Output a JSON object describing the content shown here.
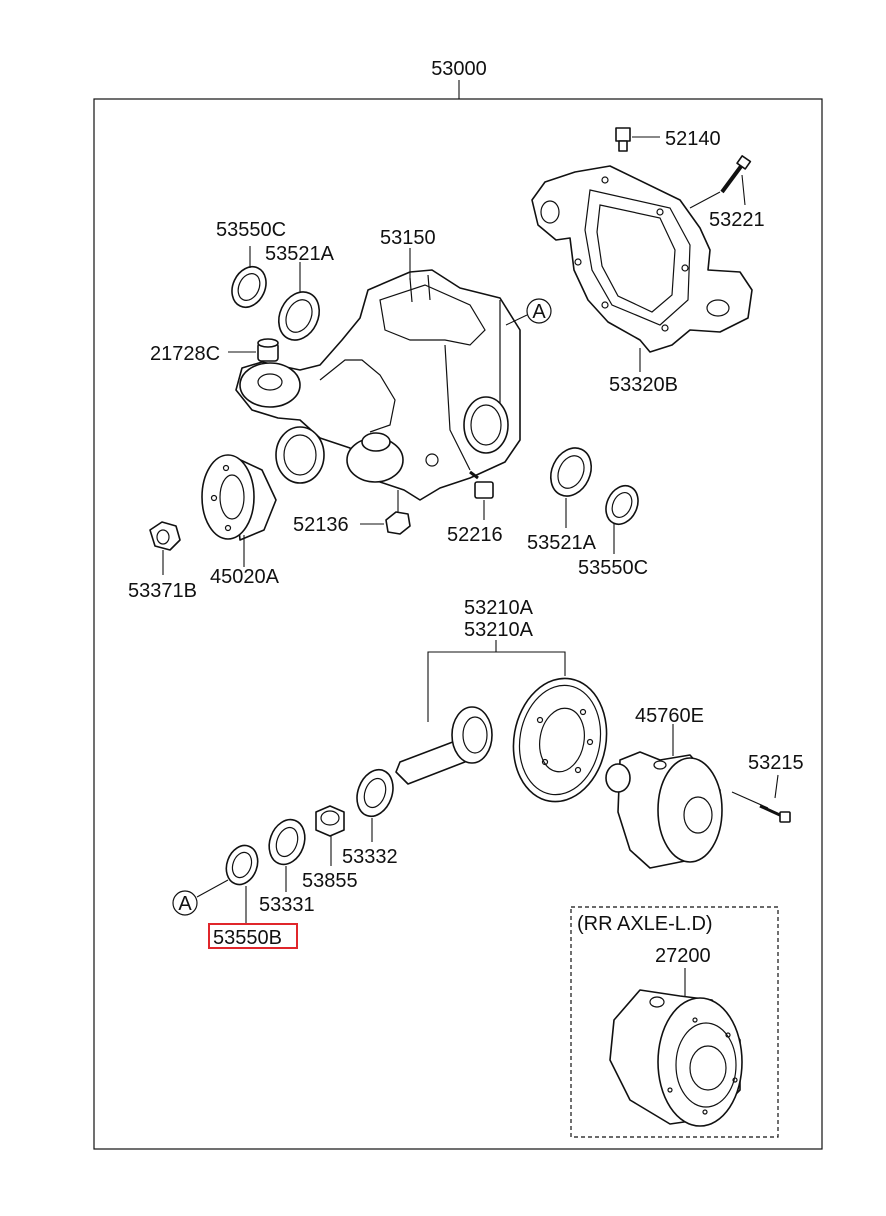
{
  "assembly_number": "53000",
  "inset_title": "(RR AXLE-L.D)",
  "highlighted_part": "53550B",
  "callout_letter": "A",
  "colors": {
    "highlight": "#e0262b",
    "line": "#111111"
  },
  "parts": {
    "p52140": "52140",
    "p53221": "53221",
    "p53550C_top": "53550C",
    "p53521A_top": "53521A",
    "p53150": "53150",
    "p21728C": "21728C",
    "p53320B": "53320B",
    "p52136": "52136",
    "p52216": "52216",
    "p53521A_bottom": "53521A",
    "p53550C_bottom": "53550C",
    "p53371B": "53371B",
    "p45020A": "45020A",
    "p53210A_1": "53210A",
    "p53210A_2": "53210A",
    "p45760E": "45760E",
    "p53215": "53215",
    "p53332": "53332",
    "p53855": "53855",
    "p53331": "53331",
    "p53550B": "53550B",
    "p27200": "27200"
  }
}
